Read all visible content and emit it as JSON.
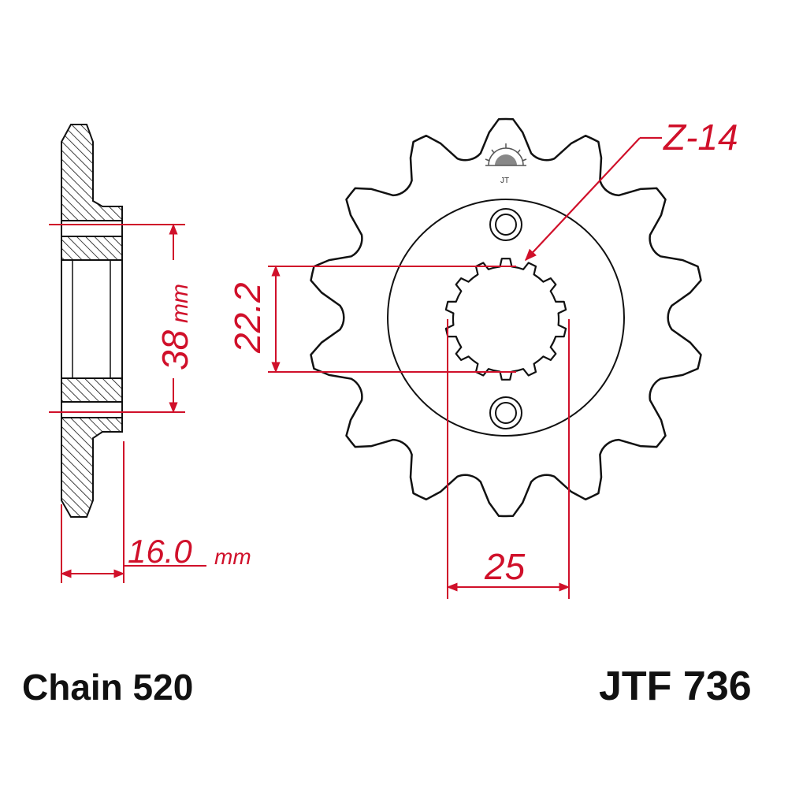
{
  "drawing": {
    "chain_label": "Chain 520",
    "part_number": "JTF 736",
    "tooth_count_label": "Z-14",
    "bolt_circle_value": "38",
    "bolt_circle_unit": "mm",
    "spline_inner_value": "22.2",
    "spline_outer_value": "25",
    "thickness_value": "16.0",
    "thickness_unit": "mm",
    "logo_text": "JT"
  },
  "colors": {
    "dimension": "#d0102a",
    "outline": "#111111",
    "fill": "#ffffff"
  },
  "icons": {
    "brand_mark": "sunrise-logo-icon"
  }
}
